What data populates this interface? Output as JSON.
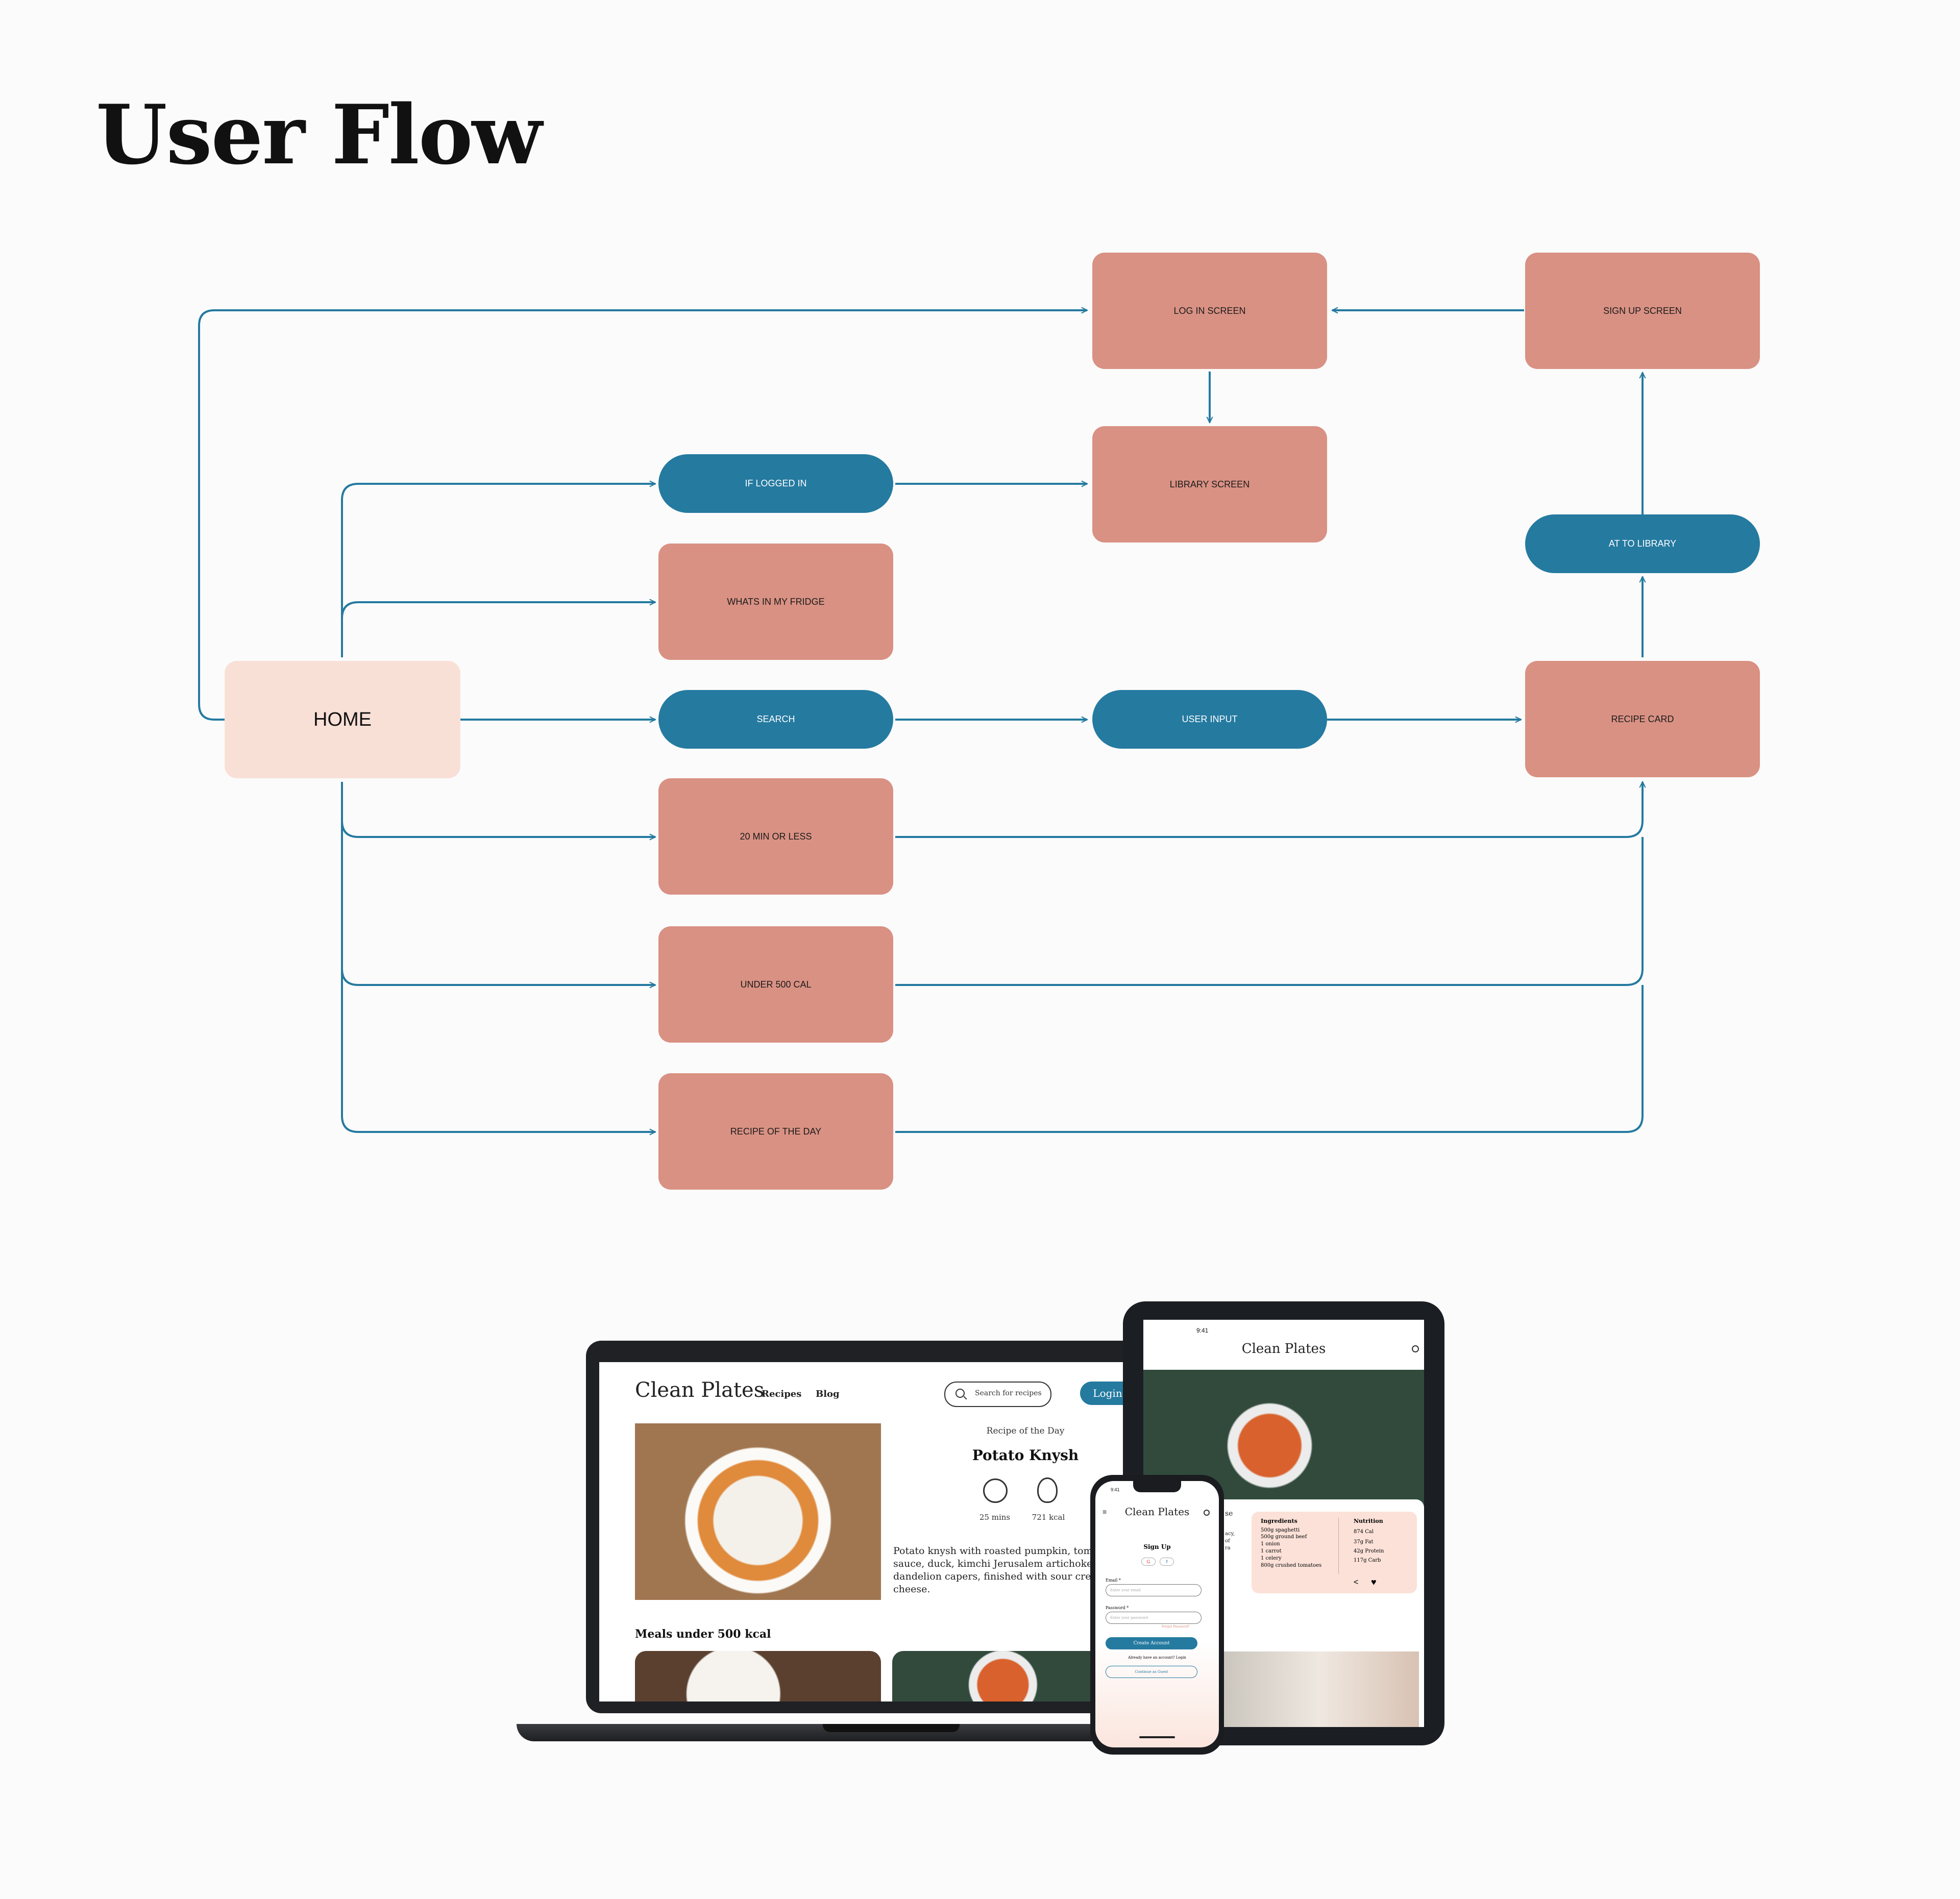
{
  "page": {
    "title": "User Flow"
  },
  "colors": {
    "node_rect": "#d99183",
    "node_pill": "#257aa0",
    "node_home": "#f9e0d7",
    "connector": "#257aa0"
  },
  "nodes": {
    "home": "HOME",
    "if_logged_in": "IF LOGGED IN",
    "whats_in_my_fridge": "WHATS IN MY FRIDGE",
    "search": "SEARCH",
    "twenty_min": "20 MIN OR LESS",
    "under_500": "UNDER 500 CAL",
    "recipe_of_day": "RECIPE OF THE DAY",
    "log_in": "LOG IN SCREEN",
    "library": "LIBRARY SCREEN",
    "user_input": "USER INPUT",
    "sign_up": "SIGN UP SCREEN",
    "at_to_library": "AT TO LIBRARY",
    "recipe_card": "RECIPE CARD"
  },
  "laptop": {
    "brand": "Clean Plates",
    "nav": [
      "Recipes",
      "Blog"
    ],
    "search_placeholder": "Search for recipes",
    "login": "Login",
    "rotd_label": "Recipe of the Day",
    "recipe_title": "Potato Knysh",
    "time": "25 mins",
    "kcal": "721 kcal",
    "description": "Potato knysh with roasted pumpkin, tomat sauce, duck, kimchi Jerusalem artichoke, a dandelion capers, finished with sour crean aged cheese.",
    "section": "Meals under 500 kcal"
  },
  "tablet": {
    "time": "9:41",
    "brand": "Clean Plates",
    "ingredients_title": "Ingredients",
    "ingredients": [
      "500g spaghetti",
      "500g ground beef",
      "1 onion",
      "1 carrot",
      "1 celery",
      "800g crushed tomatoes"
    ],
    "nutrition_title": "Nutrition",
    "nutrition": [
      "874 Cal",
      "37g Fat",
      "42g Protein",
      "117g Carb"
    ],
    "partial": [
      "se",
      "acy,",
      "of",
      "ra"
    ]
  },
  "phone": {
    "time": "9:41",
    "brand": "Clean Plates",
    "heading": "Sign Up",
    "email_label": "Email *",
    "email_placeholder": "Enter your email",
    "password_label": "Password *",
    "password_placeholder": "Enter your password",
    "forgot": "Forgot Password?",
    "create": "Create Account",
    "already": "Already have an account? Login",
    "guest": "Continue as Guest"
  }
}
